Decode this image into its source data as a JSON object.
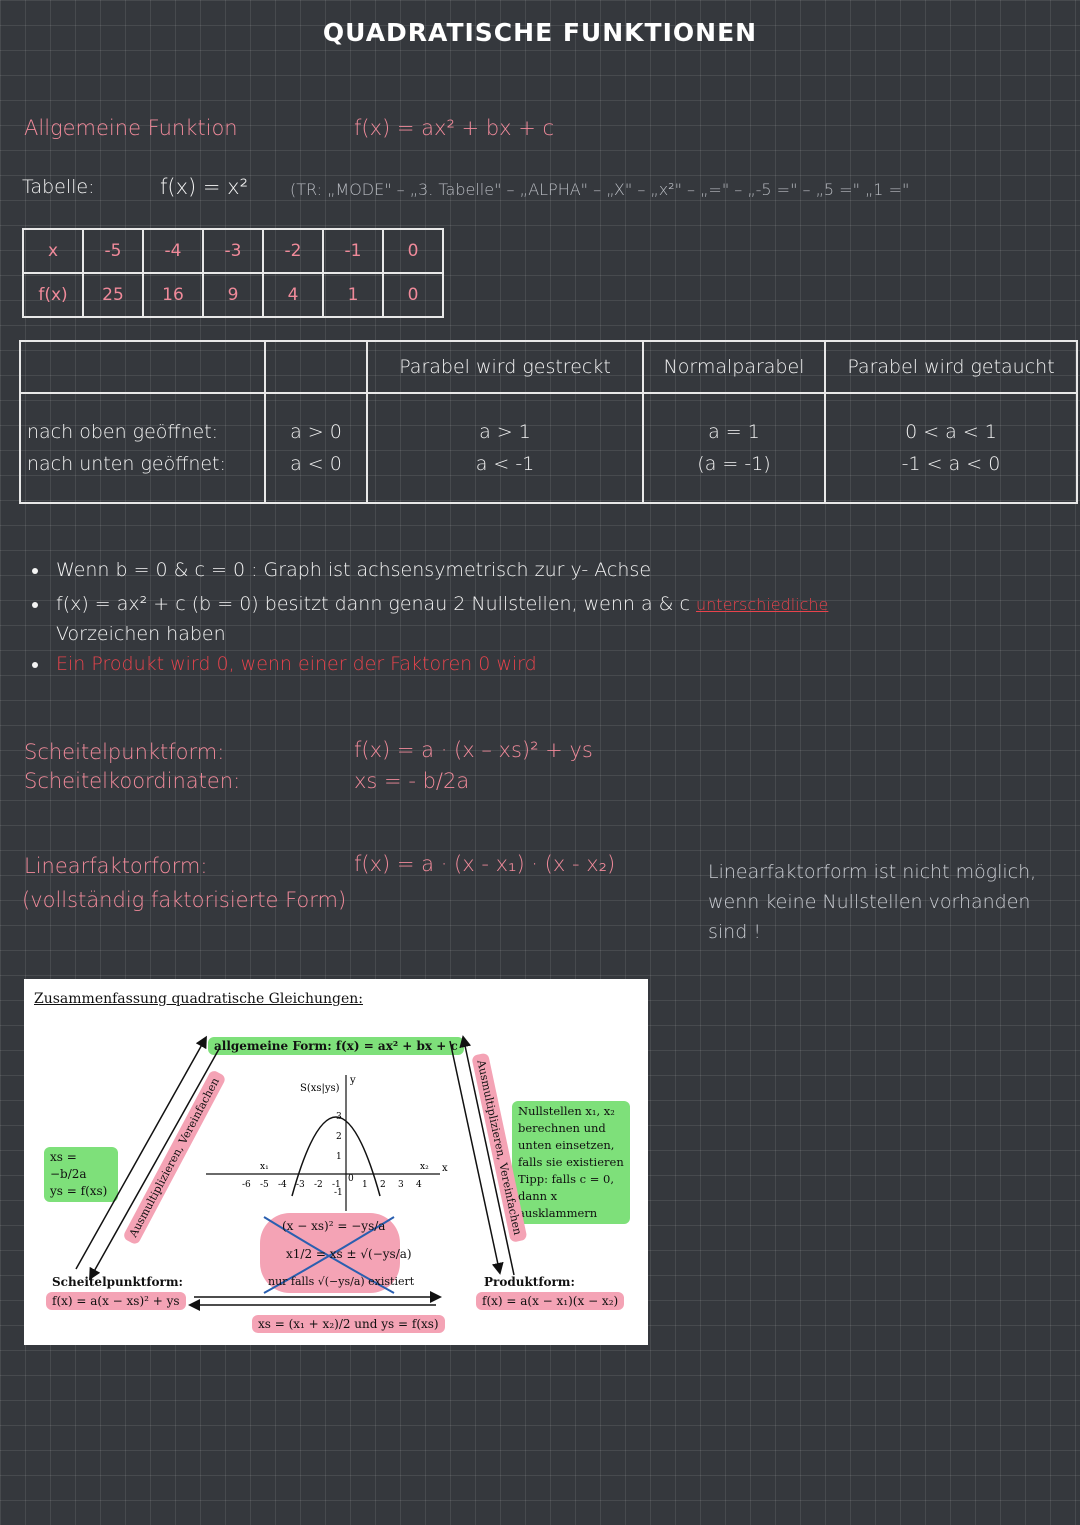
{
  "title": "QUADRATISCHE FUNKTIONEN",
  "general": {
    "label": "Allgemeine Funktion",
    "formula": "f(x) = ax² + bx + c"
  },
  "tabelle": {
    "label": "Tabelle:",
    "formula": "f(x) = x²",
    "tr_note": "(TR: „MODE\" – „3. Tabelle\" – „ALPHA\" – „X\" – „x²\" – „=\" – „-5 =\" – „5 =\" „1 =\"",
    "x_header": "x",
    "fx_header": "f(x)",
    "x_values": [
      "-5",
      "-4",
      "-3",
      "-2",
      "-1",
      "0"
    ],
    "fx_values": [
      "25",
      "16",
      "9",
      "4",
      "1",
      "0"
    ]
  },
  "properties": {
    "col_headers": [
      "Parabel wird gestreckt",
      "Normalparabel",
      "Parabel wird getaucht"
    ],
    "row_labels": [
      "nach oben geöffnet:",
      "nach unten geöffnet:"
    ],
    "conditions": [
      "a > 0",
      "a < 0"
    ],
    "gestreckt": [
      "a > 1",
      "a < -1"
    ],
    "normal": [
      "a = 1",
      "(a = -1)"
    ],
    "getaucht": [
      "0 < a < 1",
      "-1 < a < 0"
    ]
  },
  "bullets": {
    "b1": "Wenn b = 0 & c = 0 : Graph ist achsensymetrisch zur y- Achse",
    "b2_main": "f(x) = ax² + c   (b = 0) besitzt dann genau 2 Nullstellen, wenn a & c",
    "b2_red": "unterschiedliche",
    "b2_cont": "Vorzeichen haben",
    "b3": "Ein Produkt wird 0, wenn einer der Faktoren 0 wird"
  },
  "scheitel": {
    "label1": "Scheitelpunktform:",
    "label2": "Scheitelkoordinaten:",
    "formula1": "f(x) = a · (x – xs)² + ys",
    "formula2": "xs = - b/2a"
  },
  "linear": {
    "label1": "Linearfaktorform:",
    "label2": "(vollständig faktorisierte Form)",
    "formula": "f(x) = a · (x - x₁) · (x - x₂)",
    "note": "Linearfaktorform ist nicht möglich, wenn keine Nullstellen vorhanden sind !"
  },
  "summary": {
    "title": "Zusammenfassung quadratische Gleichungen:",
    "allgemein": "allgemeine Form: f(x) = ax² + bx + c",
    "left_arrow_label": "Ausmultiplizieren, Vereinfachen",
    "right_arrow_label": "Ausmultiplizieren, Vereinfachen",
    "xs_box_1": "xs = −b/2a",
    "xs_box_2": "ys = f(xs)",
    "nullstellen_box": "Nullstellen x₁, x₂ berechnen und unten einsetzen, falls sie existieren Tipp: falls c = 0, dann x ausklammern",
    "scheitelpunktform_label": "Scheitelpunktform:",
    "scheitelpunktform_formula": "f(x) = a(x − xs)² + ys",
    "produktform_label": "Produktform:",
    "produktform_formula": "f(x) = a(x − x₁)(x − x₂)",
    "eq1": "(x − xs)² = −ys/a",
    "eq2": "x1/2 = xs ± √(−ys/a)",
    "eq3": "nur falls √(−ys/a) existiert",
    "bottom": "xs = (x₁ + x₂)/2  und  ys = f(xs)",
    "vertex_label": "S(xs|ys)",
    "x_ticks": [
      "-6",
      "-5",
      "-4",
      "-3",
      "-2",
      "-1",
      "0",
      "1",
      "2",
      "3",
      "4"
    ],
    "y_ticks": [
      "3",
      "2",
      "1",
      "-1"
    ],
    "axis_x": "x",
    "axis_y": "y",
    "x1_label": "x₁",
    "x2_label": "x₂"
  }
}
